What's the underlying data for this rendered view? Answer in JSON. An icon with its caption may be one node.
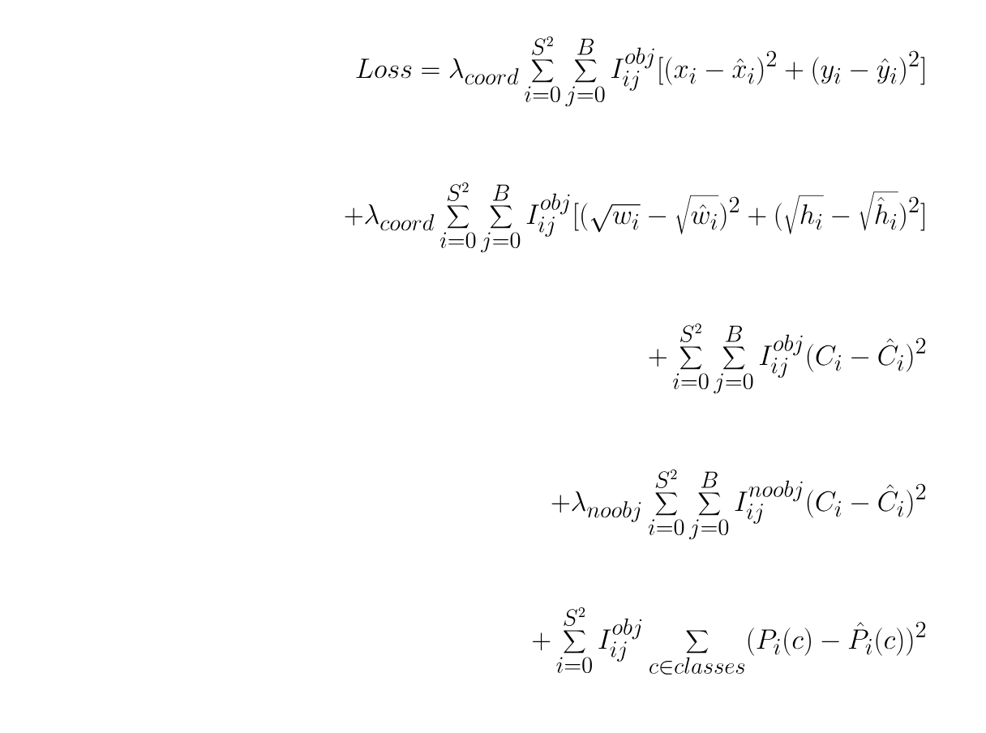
{
  "diagram": {
    "labels": [
      "Loss = \\lambda_{coord} \\sum_{i=0}^{S^2} \\sum_{j=0}^{B} I_{ij}^{obj} [(x_i - \\hat{x}_i)^2 + (y_i - \\hat{y}_i)^2]",
      "+\\lambda_{coord} \\sum_{i=0}^{S^2} \\sum_{j=0}^{B} I_{ij}^{obj} [(\\sqrt{w_i} - \\sqrt{\\hat{w}_i})^2 + (\\sqrt{h_i} - \\sqrt{\\hat{h}_i})^2]",
      "+ \\sum_{i=0}^{S^2} \\sum_{j=0}^{B} I_{ij}^{obj} (C_i - \\hat{C}_i)^2",
      "+\\lambda_{noobj} \\sum_{i=0}^{S^2} \\sum_{j=0}^{B} I_{ij}^{noobj} (C_i - \\hat{C}_i)^2",
      "+ \\sum_{i=0}^{S^2} I_{ij}^{obj} \\sum_{c \\in classes} (P_i(c) - \\hat{P}_i(c))^2"
    ]
  }
}
